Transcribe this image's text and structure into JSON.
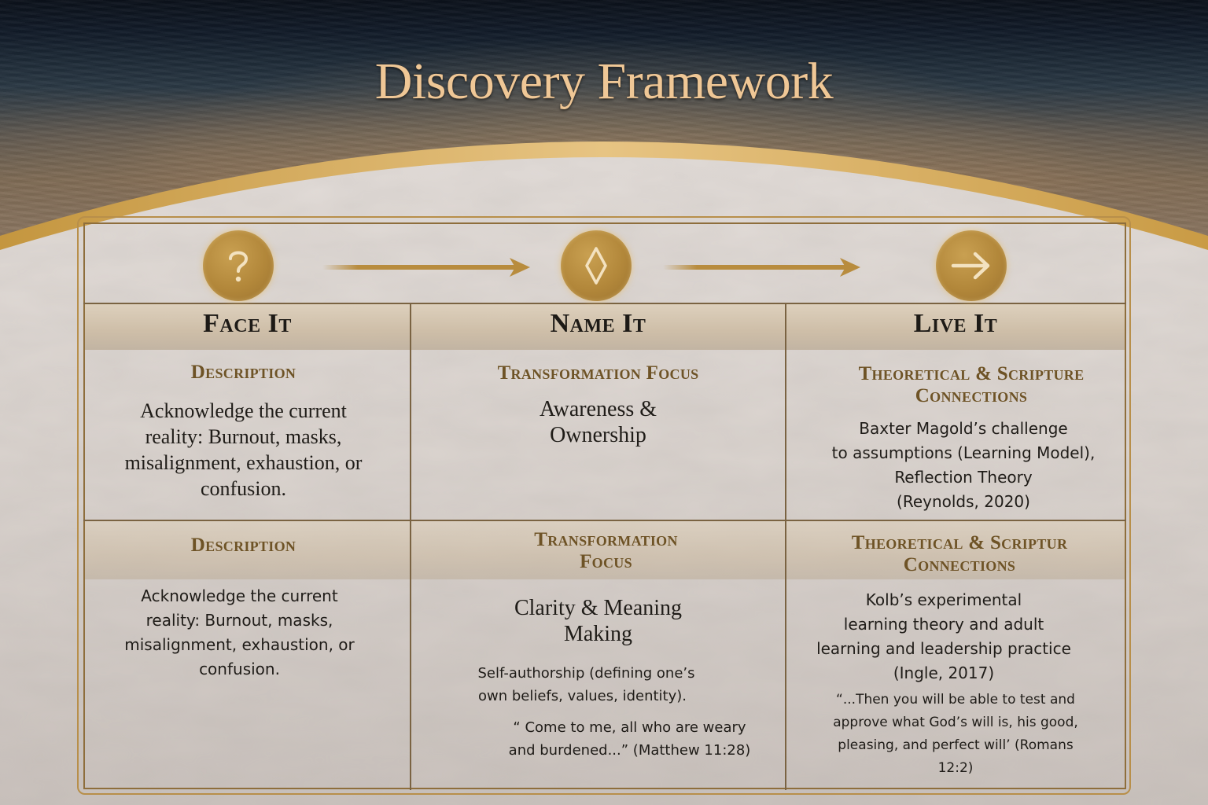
{
  "title": "Discovery Framework",
  "colors": {
    "gold": "#b88c3e",
    "title": "#efc796",
    "section_heading": "#6e5326",
    "text": "#1f1c18",
    "parchment": "#dcd6d2"
  },
  "flow": [
    {
      "icon": "question-mark-icon",
      "glyph": "?"
    },
    {
      "icon": "diamond-icon",
      "glyph": "◊"
    },
    {
      "icon": "arrow-right-icon",
      "glyph": "→"
    }
  ],
  "columns": [
    {
      "heading": "Face It",
      "rows": [
        {
          "section": [
            "Description"
          ],
          "text": [
            "Acknowledge the current",
            "reality: Burnout, masks,",
            "misalignment, exhaustion, or",
            "confusion."
          ]
        },
        {
          "section": [
            "Description"
          ],
          "text": [
            "Acknowledge the current",
            "reality: Burnout, masks,",
            "misalignment, exhaustion, or",
            "confusion."
          ]
        }
      ]
    },
    {
      "heading": "Name It",
      "rows": [
        {
          "section": [
            "Transformation Focus"
          ],
          "text": [
            "Awareness &",
            "Ownership"
          ]
        },
        {
          "section": [
            "Transformation",
            "Focus"
          ],
          "text": [
            "Clarity & Meaning",
            "Making"
          ],
          "detail": [
            "Self-authorship (defining one’s",
            "own beliefs, values, identity)."
          ],
          "quote": [
            "“ Come to me, all who are weary",
            "and burdened...” (Matthew 11:28)"
          ]
        }
      ]
    },
    {
      "heading": "Live It",
      "rows": [
        {
          "section": [
            "Theoretical & Scripture",
            "Connections"
          ],
          "text": [
            "Baxter Magold’s challenge",
            "to assumptions (Learning Model),",
            "Reflection Theory",
            "(Reynolds, 2020)"
          ]
        },
        {
          "section": [
            "Theoretical & Scriptur",
            "Connections"
          ],
          "text": [
            "Kolb’s experimental",
            "learning theory and adult",
            "learning and leadership practice",
            "(Ingle, 2017)"
          ],
          "quote": [
            "“...Then you will be able to test and",
            "approve what God’s will is, his good,",
            "pleasing, and perfect will’ (Romans",
            "12:2)"
          ]
        }
      ]
    }
  ]
}
